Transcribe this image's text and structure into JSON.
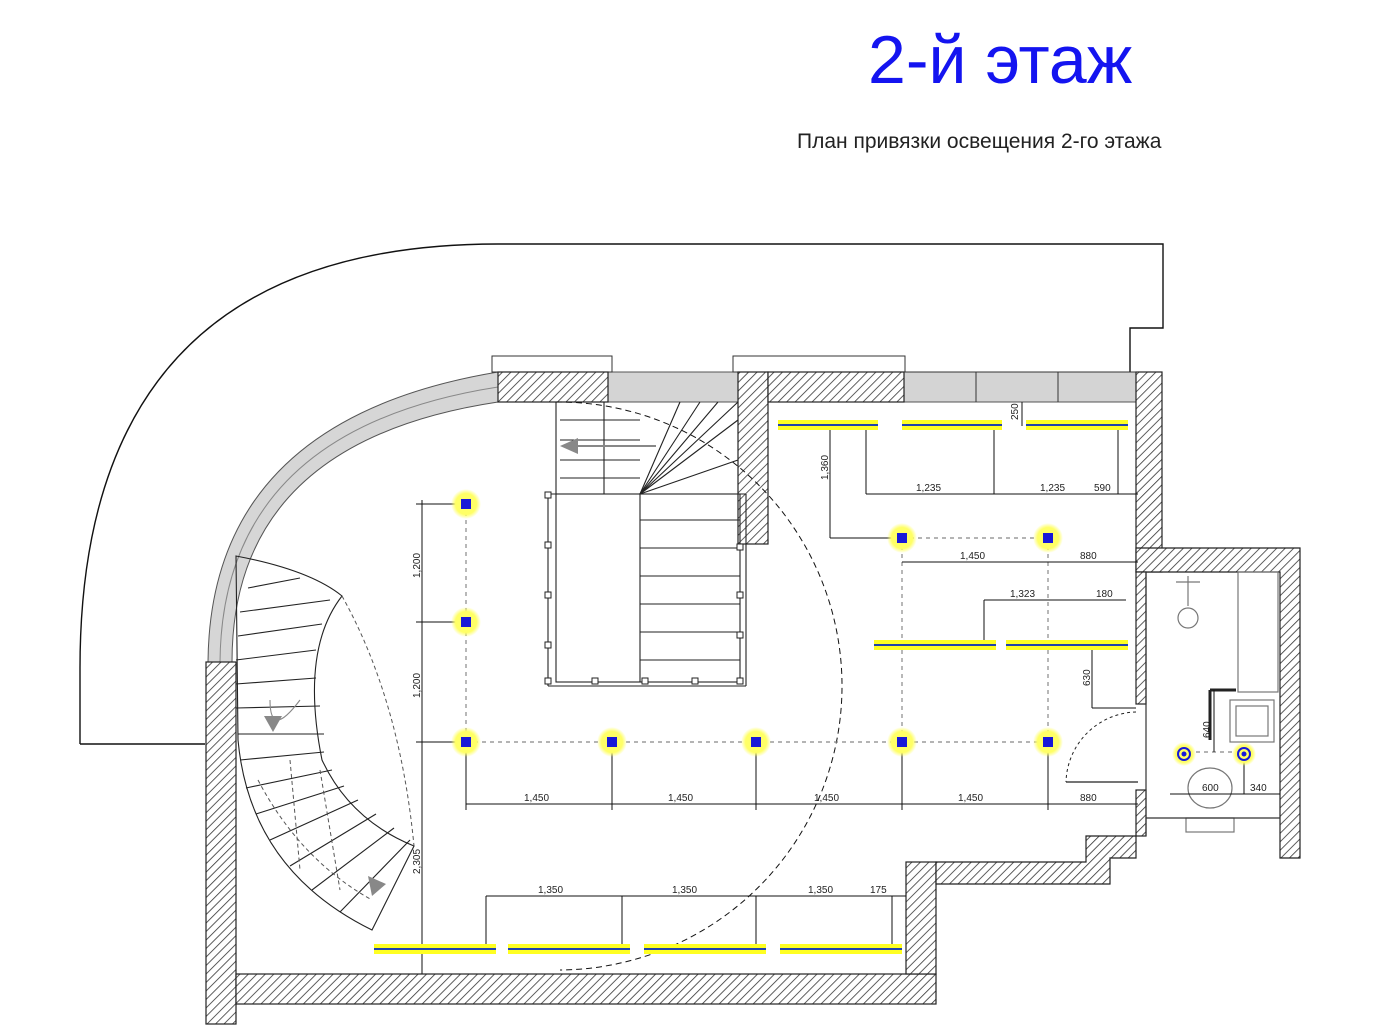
{
  "header": {
    "title": "2-й этаж",
    "subtitle": "План привязки освещения 2-го этажа"
  },
  "colors": {
    "title": "#1414f0",
    "spot_core": "#1818d8",
    "spot_glow": "#ffff55",
    "led_strip": "#ffff22",
    "wall_hatch": "#333333",
    "window": "#c8c8c8"
  },
  "dimensions": {
    "top_strip_gap": "250",
    "top_drop": "1,360",
    "top_strip_1": "1,235",
    "top_strip_2": "1,235",
    "top_right": "590",
    "upper_spot_gap": "1,450",
    "upper_spot_right": "880",
    "mid_strip": "1,323",
    "mid_right": "180",
    "mid_drop": "630",
    "left_upper": "1,200",
    "left_lower": "1,200",
    "row_1": "1,450",
    "row_2": "1,450",
    "row_3": "1,450",
    "row_4": "1,450",
    "row_right": "880",
    "bath_height": "640",
    "bath_width": "600",
    "bath_right": "340",
    "bottom_1": "1,350",
    "bottom_2": "1,350",
    "bottom_3": "1,350",
    "bottom_right": "175",
    "left_drop": "2,305"
  }
}
